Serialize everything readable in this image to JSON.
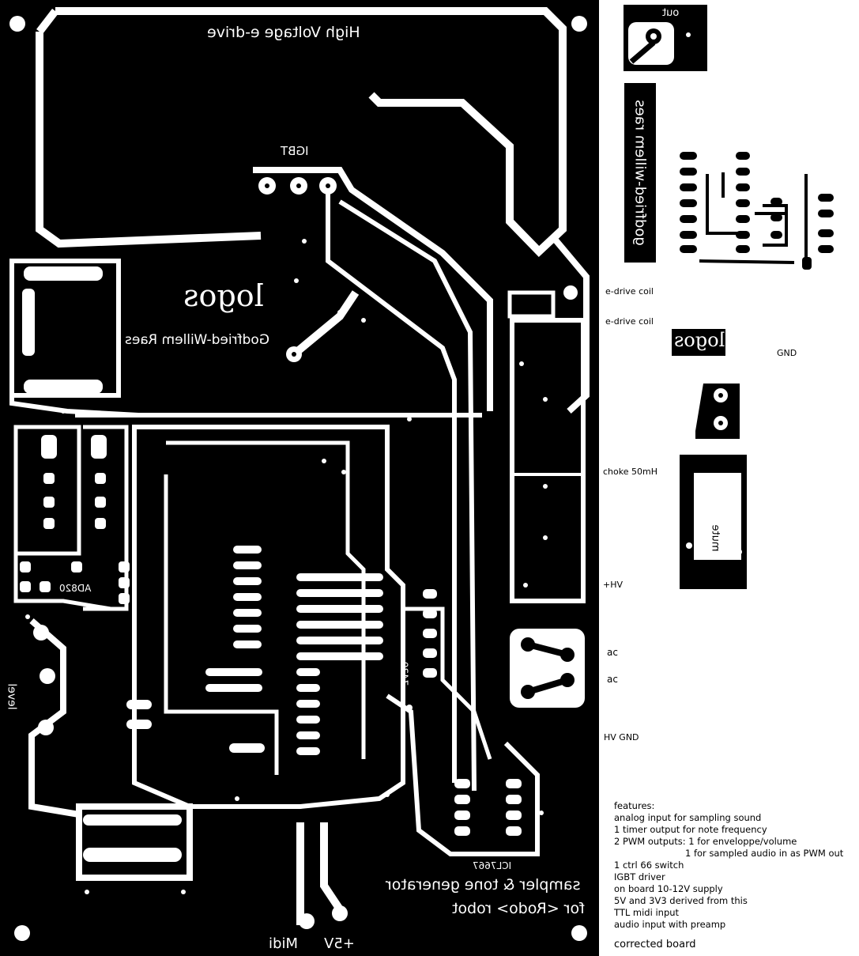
{
  "board": {
    "title_hv": "High Voltage  e-drive",
    "igbt": "IGBT",
    "logo": "logos",
    "author": "Godfried-Willem Raes",
    "ad820": "AD820",
    "level": "level",
    "ic_7430": "7430",
    "icl7667": "ICL7667",
    "product_line1": "sampler & tone generator",
    "product_line2": "for <Rodo> robot",
    "midi": "Midi",
    "plus5v": "+5V"
  },
  "side_panel": {
    "out": "out",
    "author_vertical": "godfried-willem raes",
    "logo": "logos",
    "mute": "mute",
    "labels": {
      "edrive_coil_1": "e-drive coil",
      "edrive_coil_2": "e-drive coil",
      "gnd": "GND",
      "choke": "choke 50mH",
      "hv_plus": "+HV",
      "ac_1": "ac",
      "ac_2": "ac",
      "hv_gnd": "HV GND"
    }
  },
  "features": {
    "heading": "features:",
    "items": [
      "analog input for sampling sound",
      "1 timer output for note frequency",
      "2 PWM outputs: 1 for enveloppe/volume",
      "1 for sampled audio in as PWM out",
      "1 ctrl 66 switch",
      "IGBT driver",
      "on board 10-12V supply",
      "5V and 3V3 derived from this",
      "TTL midi input",
      "audio input with preamp"
    ],
    "footer": "corrected board"
  }
}
